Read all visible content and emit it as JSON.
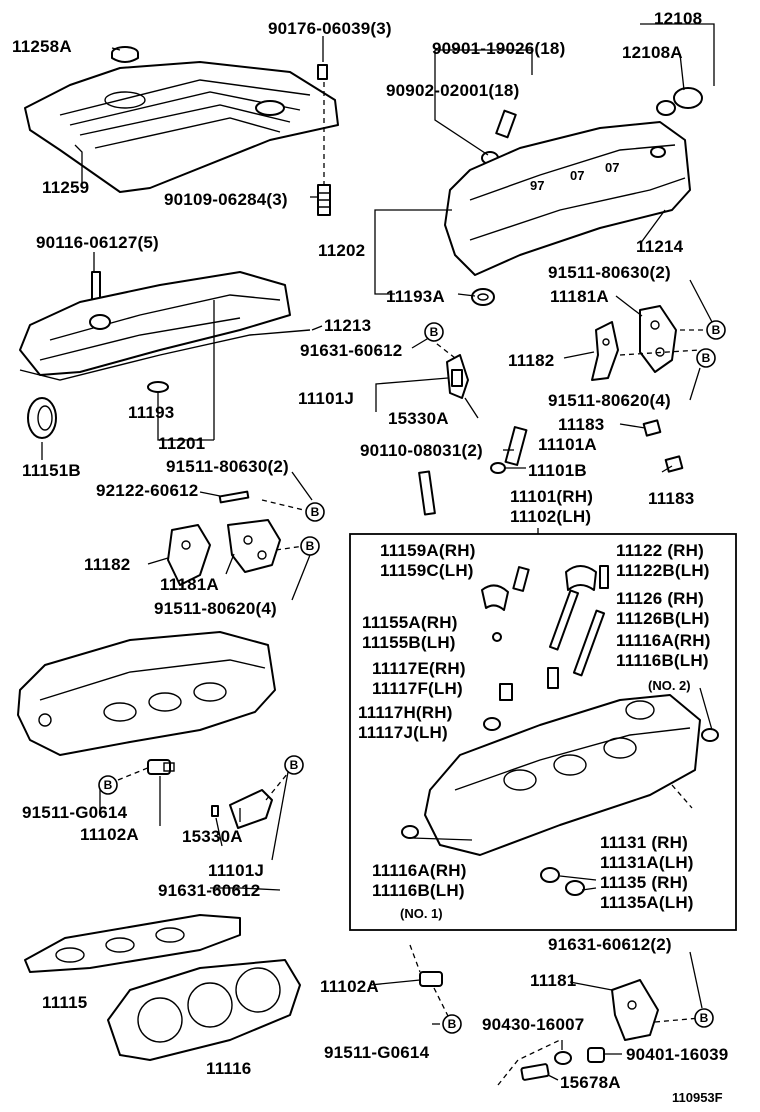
{
  "diagram_id": "110953F",
  "labels": {
    "p11258A": "11258A",
    "p90176": "90176-06039(3)",
    "p12108": "12108",
    "p12108A": "12108A",
    "p90901": "90901-19026(18)",
    "p90902": "90902-02001(18)",
    "p11259": "11259",
    "p90109": "90109-06284(3)",
    "p11202": "11202",
    "p11214": "11214",
    "p90116": "90116-06127(5)",
    "p11193A": "11193A",
    "p91511_80630_a": "91511-80630(2)",
    "p11181A_a": "11181A",
    "p11213": "11213",
    "p91631_a": "91631-60612",
    "p11182_a": "11182",
    "p91511_80620_a": "91511-80620(4)",
    "p11101J_a": "11101J",
    "p15330A_a": "15330A",
    "p11193": "11193",
    "p11183_a": "11183",
    "p11201": "11201",
    "p11151B": "11151B",
    "p90110": "90110-08031(2)",
    "p11101A": "11101A",
    "p11101B": "11101B",
    "p11183_b": "11183",
    "p91511_80630_b": "91511-80630(2)",
    "p11101RH": "11101(RH)",
    "p11102LH": "11102(LH)",
    "p92122": "92122-60612",
    "p11182_b": "11182",
    "p11181A_b": "11181A",
    "p91511_80620_b": "91511-80620(4)",
    "p11159A": "11159A(RH)",
    "p11159C": "11159C(LH)",
    "p11122": "11122  (RH)",
    "p11122B": "11122B(LH)",
    "p11126": "11126  (RH)",
    "p11126B": "11126B(LH)",
    "p11155A": "11155A(RH)",
    "p11155B": "11155B(LH)",
    "p11116A_a": "11116A(RH)",
    "p11116B_a": "11116B(LH)",
    "p11117E": "11117E(RH)",
    "p11117F": "11117F(LH)",
    "no2": "(NO. 2)",
    "p11117H": "11117H(RH)",
    "p11117J": "11117J(LH)",
    "p91511_G0614_a": "91511-G0614",
    "p11102A_a": "11102A",
    "p15330A_b": "15330A",
    "p11101J_b": "11101J",
    "p91631_b": "91631-60612",
    "p11116A_b": "11116A(RH)",
    "p11116B_b": "11116B(LH)",
    "no1": "(NO. 1)",
    "p11131": "11131  (RH)",
    "p11131A": "11131A(LH)",
    "p11135": "11135  (RH)",
    "p11135A": "11135A(LH)",
    "p91631_c": "91631-60612(2)",
    "p11115": "11115",
    "p11102A_b": "11102A",
    "p11181": "11181",
    "p90430": "90430-16007",
    "p90401": "90401-16039",
    "p91511_G0614_b": "91511-G0614",
    "p11116": "11116",
    "p15678A": "15678A"
  },
  "callout_letter": "B"
}
